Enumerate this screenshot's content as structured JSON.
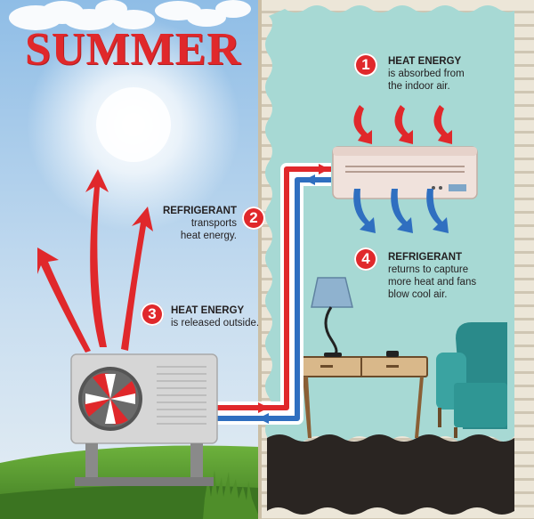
{
  "title": "SUMMER",
  "steps": [
    {
      "number": "1",
      "heading": "HEAT ENERGY",
      "line1": "is absorbed from",
      "line2": "the indoor air."
    },
    {
      "number": "2",
      "heading": "REFRIGERANT",
      "line1": "transports",
      "line2": "heat energy."
    },
    {
      "number": "3",
      "heading": "HEAT ENERGY",
      "line1": "is released outside.",
      "line2": ""
    },
    {
      "number": "4",
      "heading": "REFRIGERANT",
      "line1": "returns to capture",
      "line2": "more heat and fans",
      "line3": "blow cool air."
    }
  ],
  "colors": {
    "accent_red": "#e0282b",
    "cool_blue": "#2f6fc0",
    "sky_top": "#8fbde6",
    "indoor": "#a7d9d4",
    "siding": "#e9e3d5",
    "grass": "#5a9a32",
    "soil": "#2a2522"
  },
  "icons": [
    "sun-icon",
    "outdoor-unit-icon",
    "indoor-unit-icon",
    "lamp-icon",
    "table-icon",
    "armchair-icon",
    "refrigerant-pipe-icon",
    "heat-arrow-icon",
    "cool-arrow-icon"
  ]
}
